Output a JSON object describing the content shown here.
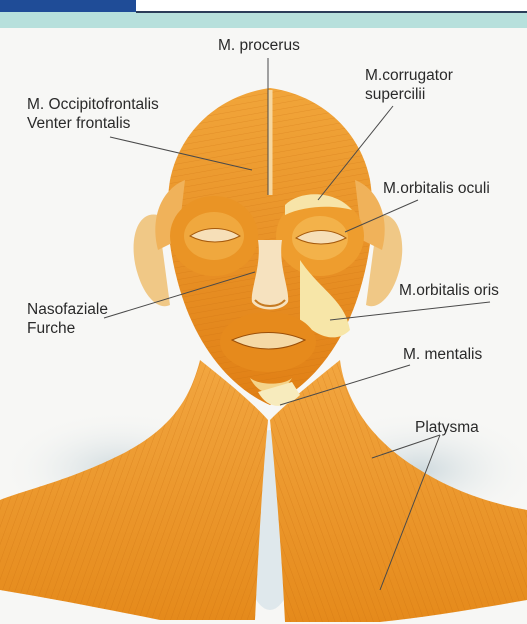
{
  "labels": {
    "procerus": "M. procerus",
    "occipitofrontalis_line1": "M. Occipitofrontalis",
    "occipitofrontalis_line2": "Venter frontalis",
    "corrugator_line1": "M.corrugator",
    "corrugator_line2": "supercilii",
    "orbitalis_oculi": "M.orbitalis oculi",
    "nasofaziale_line1": "Nasofaziale",
    "nasofaziale_line2": "Furche",
    "orbitalis_oris": "M.orbitalis oris",
    "mentalis": "M. mentalis",
    "platysma": "Platysma"
  },
  "colors": {
    "header_band": "#b7e0dc",
    "header_accent": "#1f4c97",
    "muscle": "#e8921e",
    "muscle_light": "#f3b24a",
    "background": "#f7f7f5",
    "leader_line": "#4a4a4a"
  }
}
